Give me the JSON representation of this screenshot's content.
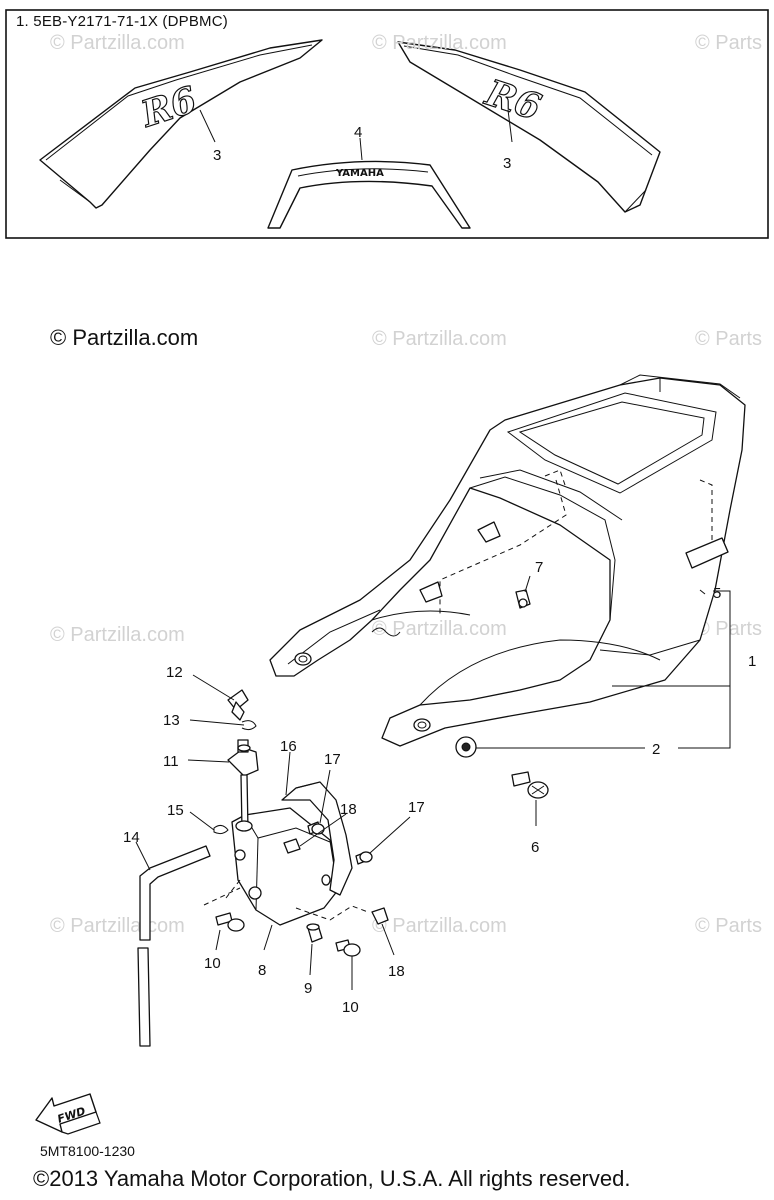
{
  "inset": {
    "title": "1. 5EB-Y2171-71-1X (DPBMC)",
    "decal_text": "YAMAHA"
  },
  "watermark": {
    "main": "© Partzilla.com",
    "repeat": "© Partzilla.com",
    "repeat_cut": "© Parts"
  },
  "callouts": {
    "c1": "1",
    "c2": "2",
    "c3a": "3",
    "c3b": "3",
    "c4": "4",
    "c5": "5",
    "c6": "6",
    "c7": "7",
    "c8": "8",
    "c9": "9",
    "c10a": "10",
    "c10b": "10",
    "c11": "11",
    "c12": "12",
    "c13": "13",
    "c14": "14",
    "c15": "15",
    "c16": "16",
    "c17a": "17",
    "c17b": "17",
    "c18a": "18",
    "c18b": "18"
  },
  "fwd_label": "FWD",
  "part_code": "5MT8100-1230",
  "copyright": "©2013 Yamaha Motor Corporation, U.S.A. All rights reserved."
}
